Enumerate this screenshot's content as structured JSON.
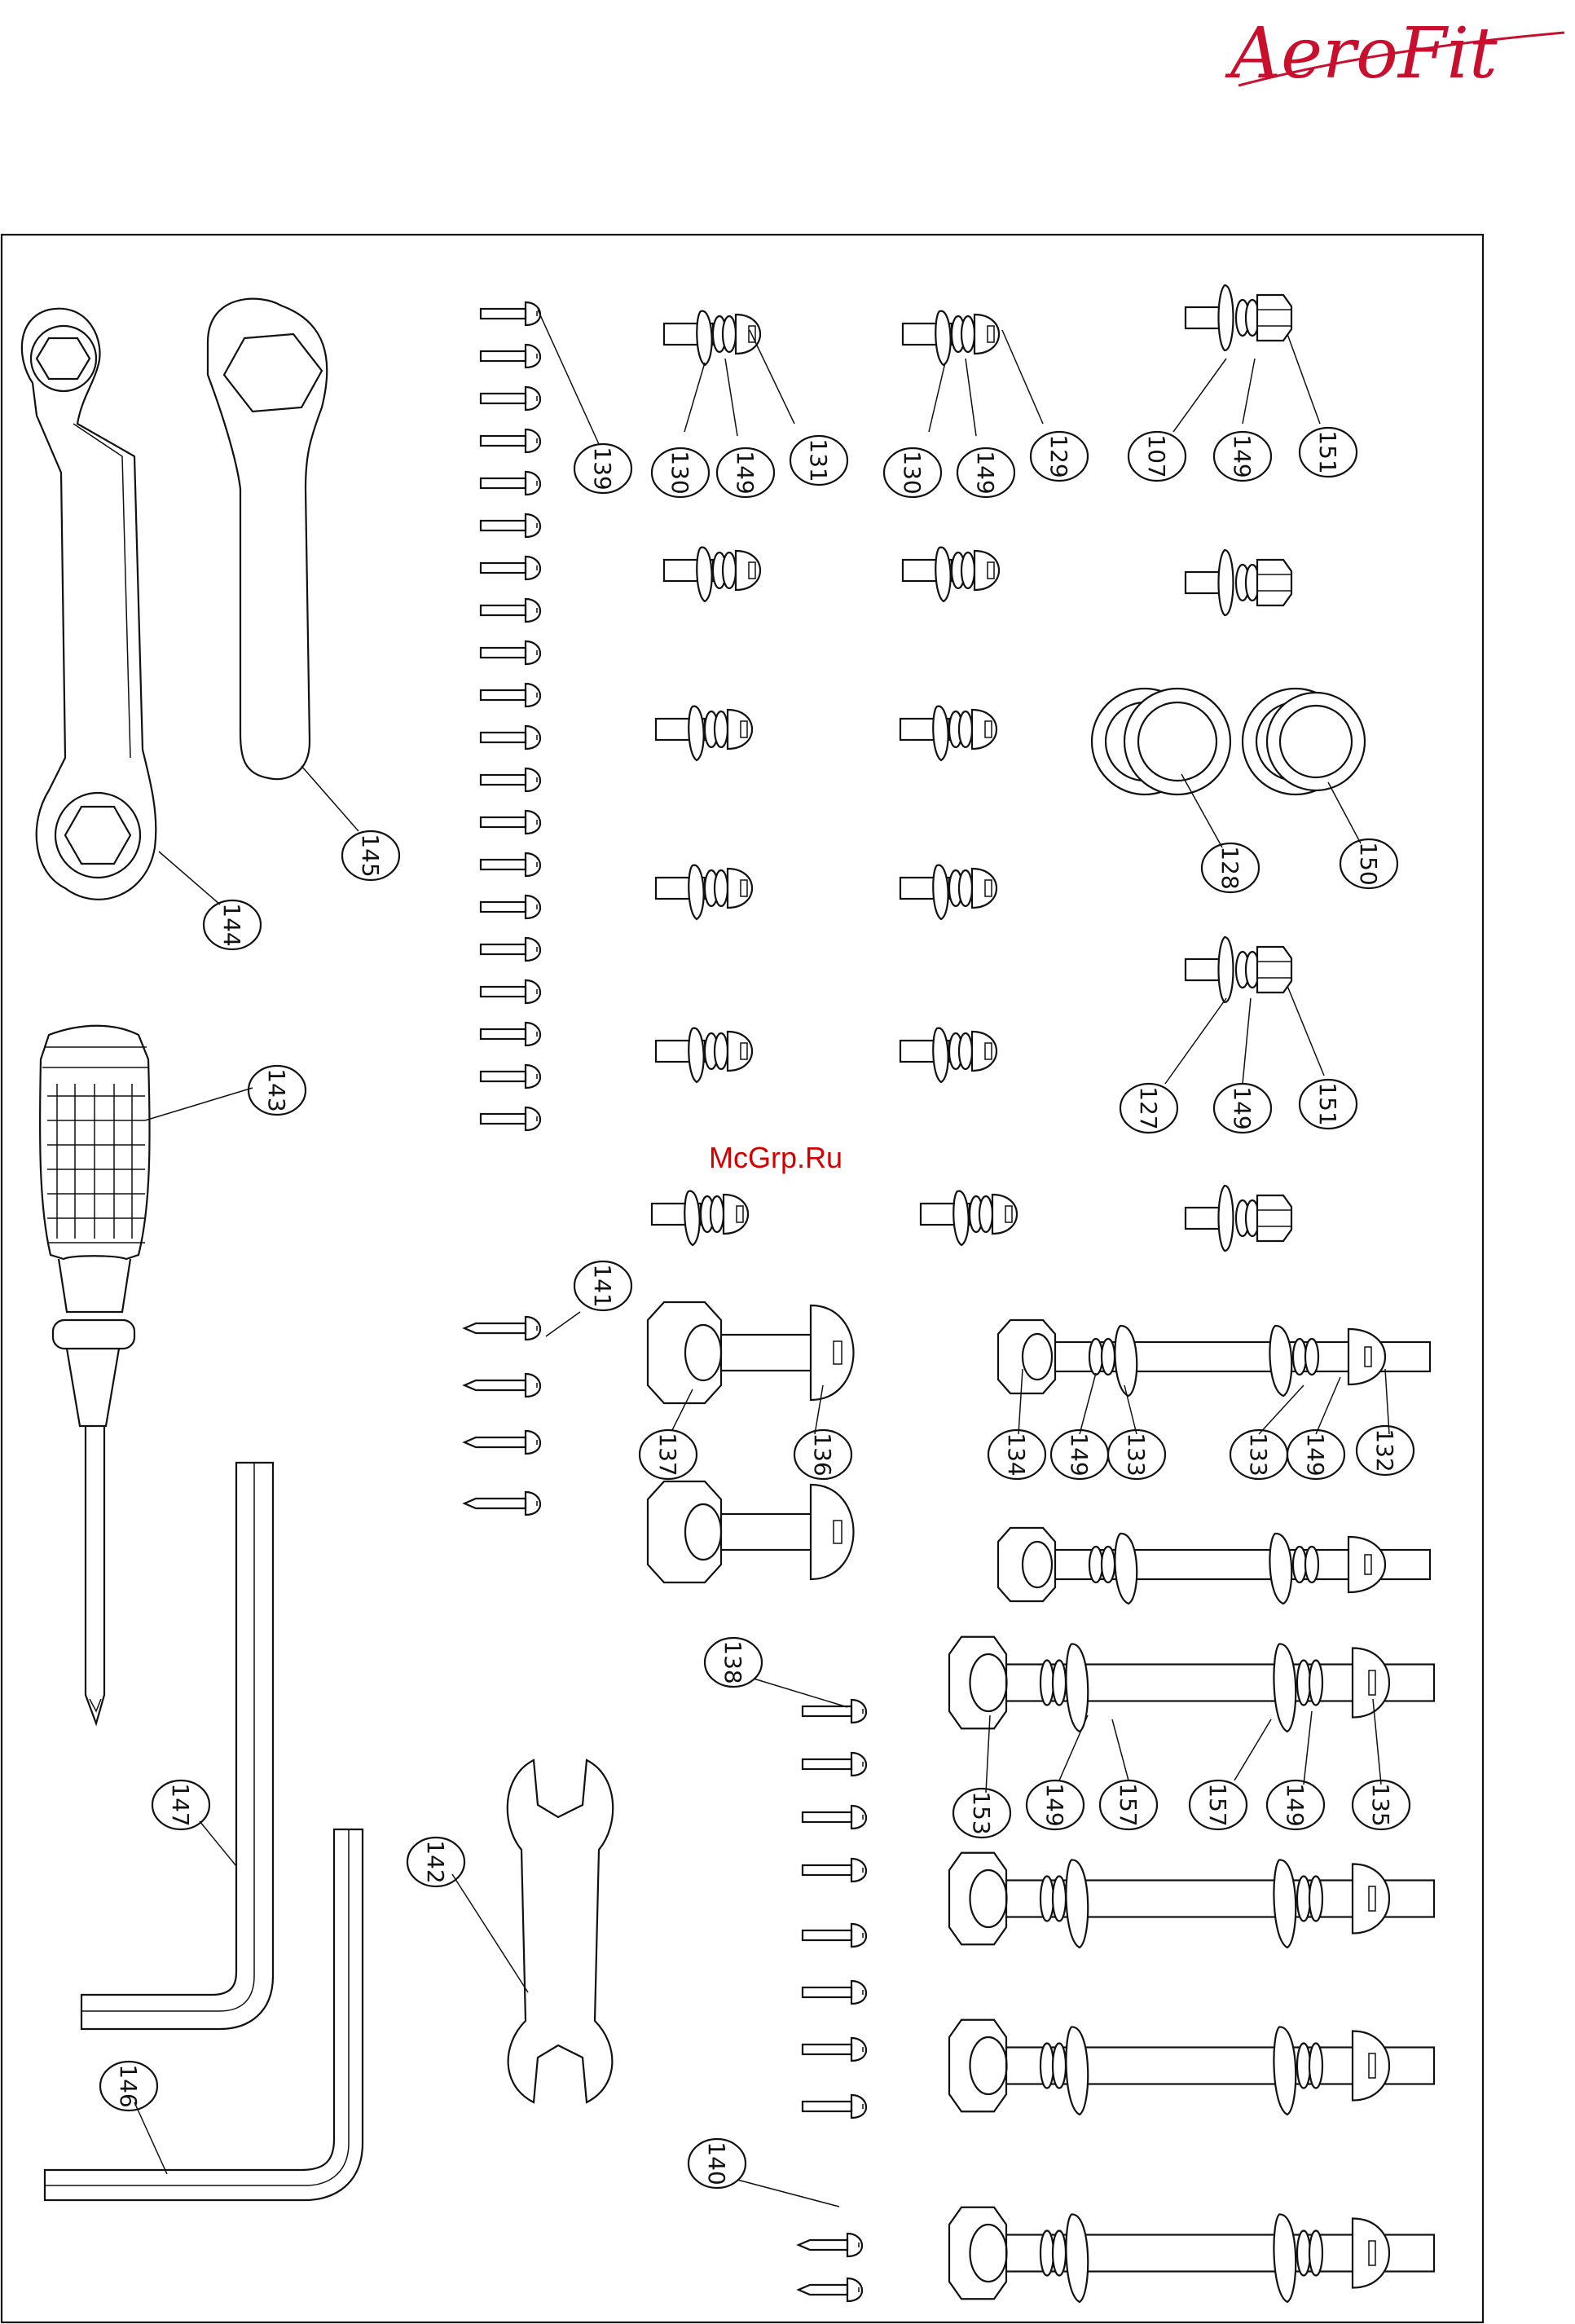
{
  "brand": {
    "logo_text": "AeroFit",
    "logo_color": "#c8102e"
  },
  "watermark": {
    "text": "McGrp.Ru",
    "color": "#d40000"
  },
  "callouts": [
    {
      "id": "c144",
      "label": "144"
    },
    {
      "id": "c145",
      "label": "145"
    },
    {
      "id": "c143",
      "label": "143"
    },
    {
      "id": "c147",
      "label": "147"
    },
    {
      "id": "c146",
      "label": "146"
    },
    {
      "id": "c142",
      "label": "142"
    },
    {
      "id": "c139",
      "label": "139"
    },
    {
      "id": "c141",
      "label": "141"
    },
    {
      "id": "c138",
      "label": "138"
    },
    {
      "id": "c140",
      "label": "140"
    },
    {
      "id": "c130a",
      "label": "130"
    },
    {
      "id": "c149a",
      "label": "149"
    },
    {
      "id": "c131",
      "label": "131"
    },
    {
      "id": "c130b",
      "label": "130"
    },
    {
      "id": "c149b",
      "label": "149"
    },
    {
      "id": "c129",
      "label": "129"
    },
    {
      "id": "c107",
      "label": "107"
    },
    {
      "id": "c149c",
      "label": "149"
    },
    {
      "id": "c151a",
      "label": "151"
    },
    {
      "id": "c128",
      "label": "128"
    },
    {
      "id": "c150",
      "label": "150"
    },
    {
      "id": "c127",
      "label": "127"
    },
    {
      "id": "c149d",
      "label": "149"
    },
    {
      "id": "c151b",
      "label": "151"
    },
    {
      "id": "c137",
      "label": "137"
    },
    {
      "id": "c136",
      "label": "136"
    },
    {
      "id": "c134",
      "label": "134"
    },
    {
      "id": "c149e",
      "label": "149"
    },
    {
      "id": "c133a",
      "label": "133"
    },
    {
      "id": "c133b",
      "label": "133"
    },
    {
      "id": "c149f",
      "label": "149"
    },
    {
      "id": "c132",
      "label": "132"
    },
    {
      "id": "c153",
      "label": "153"
    },
    {
      "id": "c149g",
      "label": "149"
    },
    {
      "id": "c157a",
      "label": "157"
    },
    {
      "id": "c157b",
      "label": "157"
    },
    {
      "id": "c149h",
      "label": "149"
    },
    {
      "id": "c135",
      "label": "135"
    }
  ]
}
